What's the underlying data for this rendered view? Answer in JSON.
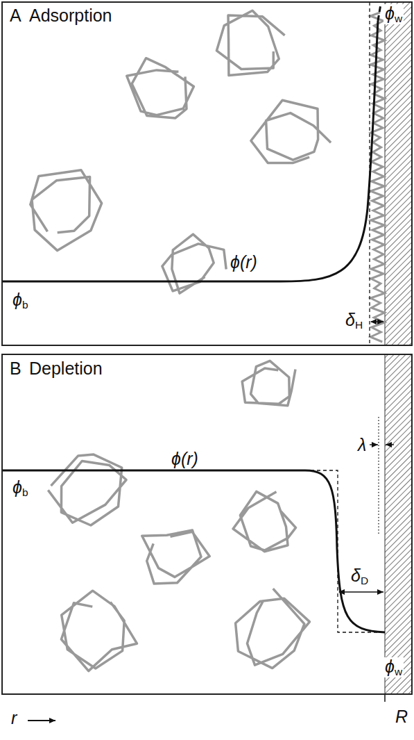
{
  "diagram": {
    "nodes": [
      {
        "text": [
          "A",
          "Adsorption"
        ]
      },
      {
        "text": [
          "B",
          "Depletion"
        ]
      }
    ],
    "labels": [
      "ϕw",
      "ϕ(r)",
      "ϕb",
      "δH",
      "ϕ(r)",
      "ϕb",
      "λ",
      "δD",
      "ϕw",
      "r",
      "R"
    ]
  }
}
